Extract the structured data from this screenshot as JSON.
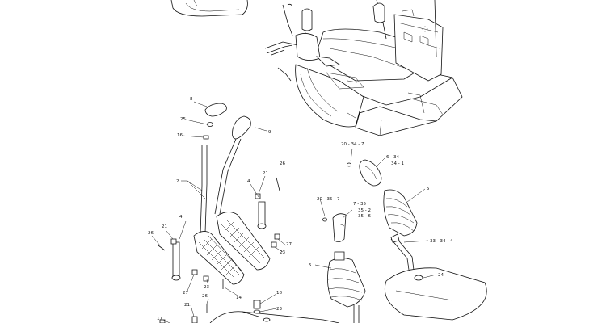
{
  "diagram": {
    "callouts": [
      {
        "id": "c8",
        "text": "8"
      },
      {
        "id": "c25",
        "text": "25"
      },
      {
        "id": "c16",
        "text": "16"
      },
      {
        "id": "c9",
        "text": "9"
      },
      {
        "id": "c2",
        "text": "2"
      },
      {
        "id": "c21a",
        "text": "21"
      },
      {
        "id": "c26a",
        "text": "26"
      },
      {
        "id": "c4a",
        "text": "4"
      },
      {
        "id": "c4b",
        "text": "4"
      },
      {
        "id": "c21b",
        "text": "21"
      },
      {
        "id": "c26b",
        "text": "26"
      },
      {
        "id": "c27a",
        "text": "27"
      },
      {
        "id": "c23a",
        "text": "23"
      },
      {
        "id": "c27b",
        "text": "27"
      },
      {
        "id": "c23b",
        "text": "23"
      },
      {
        "id": "c14",
        "text": "14"
      },
      {
        "id": "c18",
        "text": "18"
      },
      {
        "id": "c23c",
        "text": "23"
      },
      {
        "id": "c17",
        "text": "17"
      },
      {
        "id": "c21c",
        "text": "21"
      },
      {
        "id": "c26c",
        "text": "26"
      },
      {
        "id": "c20347",
        "text": "20 - 34 - 7"
      },
      {
        "id": "c634",
        "text": "6 - 34"
      },
      {
        "id": "c341",
        "text": "34 - 1"
      },
      {
        "id": "c5a",
        "text": "5"
      },
      {
        "id": "c20357",
        "text": "20 - 35 - 7"
      },
      {
        "id": "c735",
        "text": "7 - 35"
      },
      {
        "id": "c352",
        "text": "35 - 2"
      },
      {
        "id": "c356",
        "text": "35 - 6"
      },
      {
        "id": "c33344",
        "text": "33 - 34 - 4"
      },
      {
        "id": "c24",
        "text": "24"
      },
      {
        "id": "c5b",
        "text": "5"
      }
    ]
  }
}
